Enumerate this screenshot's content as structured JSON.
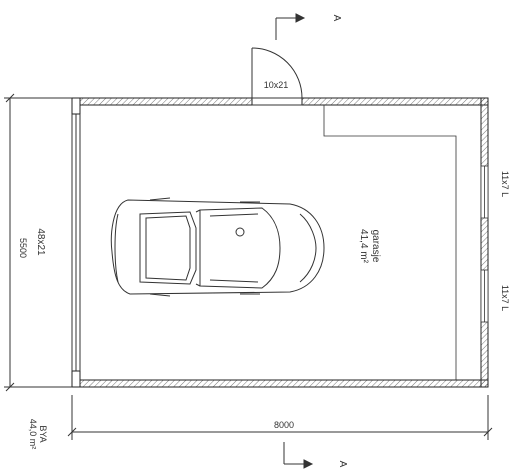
{
  "section_marker_top": "A",
  "section_marker_bottom": "A",
  "door_label": "10x21",
  "window_right_top": "11x7 L",
  "window_right_bottom": "11x7 L",
  "garage_door_label": "48x21",
  "dimension_height": "5500",
  "dimension_width": "8000",
  "room_name": "garasje",
  "room_area": "41,4 m²",
  "bya_label": "BYA",
  "bya_value": "44,0 m²"
}
